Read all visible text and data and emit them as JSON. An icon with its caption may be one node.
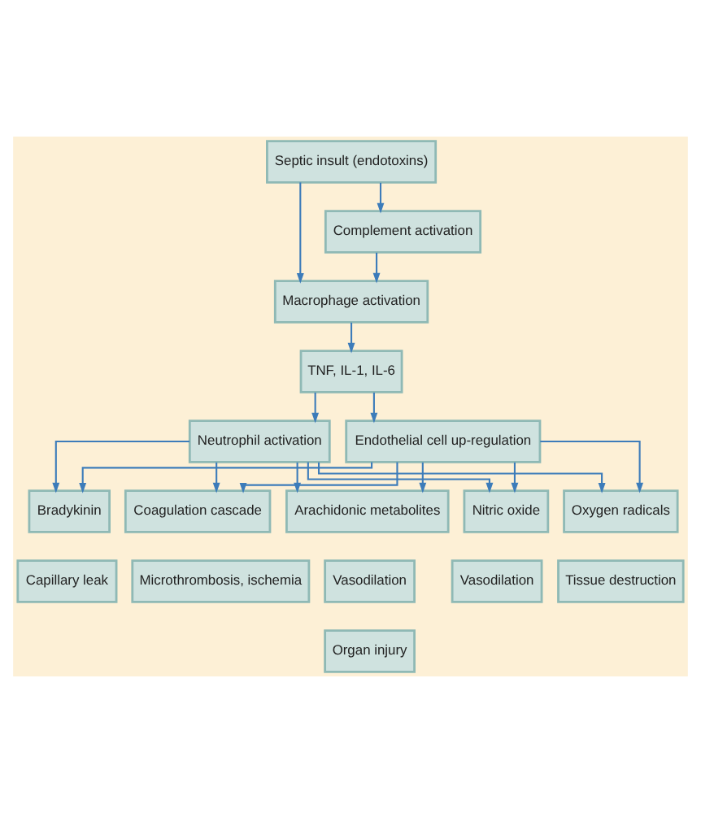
{
  "diagram": {
    "nodes": [
      {
        "text": [
          "Septic insult (endotoxins)"
        ]
      },
      {
        "text": [
          "Complement activation"
        ]
      },
      {
        "text": [
          "Macrophage activation"
        ]
      },
      {
        "text": [
          "TNF, IL-1, IL-6"
        ]
      },
      {
        "text": [
          "Neutrophil activation"
        ]
      },
      {
        "text": [
          "Endothelial cell up-regulation"
        ]
      },
      {
        "text": [
          "Bradykinin"
        ]
      },
      {
        "text": [
          "Coagulation cascade"
        ]
      },
      {
        "text": [
          "Arachidonic metabolites"
        ]
      },
      {
        "text": [
          "Nitric oxide"
        ]
      },
      {
        "text": [
          "Oxygen radicals"
        ]
      },
      {
        "text": [
          "Capillary leak"
        ]
      },
      {
        "text": [
          "Microthrombosis, ischemia"
        ]
      },
      {
        "text": [
          "Vasodilation"
        ]
      },
      {
        "text": [
          "Vasodilation"
        ]
      },
      {
        "text": [
          "Tissue destruction"
        ]
      },
      {
        "text": [
          "Organ injury"
        ]
      }
    ],
    "edges": [
      {
        "from": 0,
        "to": 1,
        "arrow": "to"
      },
      {
        "from": 0,
        "to": 2,
        "arrow": "to"
      },
      {
        "from": 1,
        "to": 2,
        "arrow": "to"
      },
      {
        "from": 2,
        "to": 3,
        "arrow": "to"
      },
      {
        "from": 3,
        "to": 4,
        "arrow": "to"
      },
      {
        "from": 3,
        "to": 5,
        "arrow": "to"
      },
      {
        "from": 4,
        "to": 6,
        "arrow": "to"
      },
      {
        "from": 4,
        "to": 7,
        "arrow": "to"
      },
      {
        "from": 4,
        "to": 8,
        "arrow": "to"
      },
      {
        "from": 4,
        "to": 9,
        "arrow": "to"
      },
      {
        "from": 4,
        "to": 10,
        "arrow": "to"
      },
      {
        "from": 5,
        "to": 6,
        "arrow": "to"
      },
      {
        "from": 5,
        "to": 7,
        "arrow": "to"
      },
      {
        "from": 5,
        "to": 8,
        "arrow": "to"
      },
      {
        "from": 5,
        "to": 9,
        "arrow": "to"
      },
      {
        "from": 5,
        "to": 10,
        "arrow": "to"
      }
    ]
  }
}
